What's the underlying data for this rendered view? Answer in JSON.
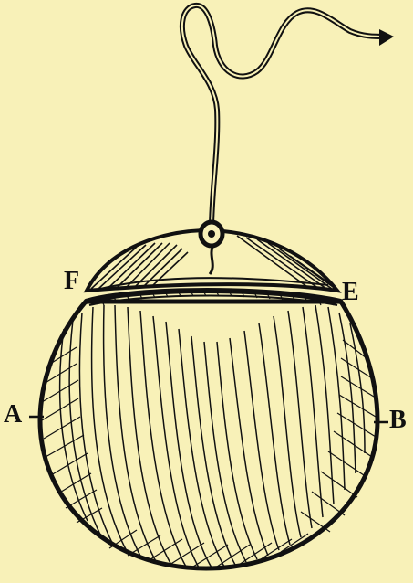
{
  "labels": {
    "a": "A",
    "b": "B",
    "e": "E",
    "f": "F"
  },
  "colors": {
    "paper": "#f8f1b8",
    "ink": "#111111"
  }
}
